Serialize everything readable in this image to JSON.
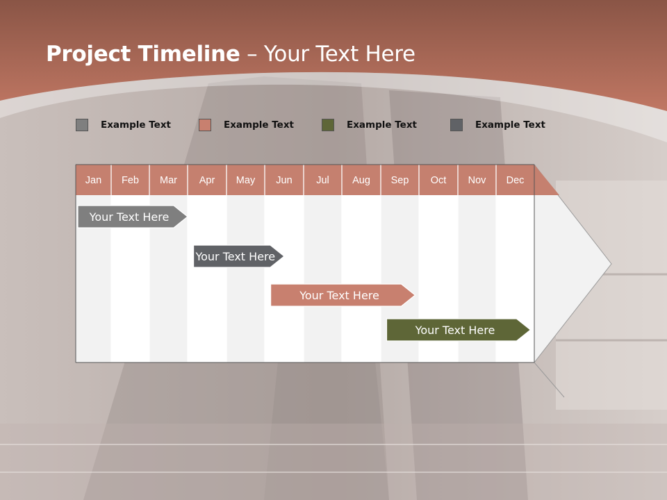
{
  "slide": {
    "title_bold": "Project Timeline",
    "title_rest": " – Your Text Here"
  },
  "legend": [
    {
      "label": "Example Text",
      "color": "#7f7f7f"
    },
    {
      "label": "Example Text",
      "color": "#c8806f"
    },
    {
      "label": "Example Text",
      "color": "#5e6637"
    },
    {
      "label": "Example Text",
      "color": "#606266"
    }
  ],
  "colors": {
    "header_band": "#b4705d",
    "month_header": "#c5806f",
    "grid_fill": "#f2f2f2"
  },
  "chart_data": {
    "type": "gantt",
    "months": [
      "Jan",
      "Feb",
      "Mar",
      "Apr",
      "May",
      "Jun",
      "Jul",
      "Aug",
      "Sep",
      "Oct",
      "Nov",
      "Dec"
    ],
    "tasks": [
      {
        "label": "Your  Text Here",
        "start": 1,
        "end": 4.0,
        "color": "#7f7f7f"
      },
      {
        "label": "Your  Text Here",
        "start": 4.1,
        "end": 6.5,
        "color": "#606266"
      },
      {
        "label": "Your  Text Here",
        "start": 6.1,
        "end": 9.9,
        "color": "#c8806f"
      },
      {
        "label": "Your  Text Here",
        "start": 9.1,
        "end": 12.9,
        "color": "#5e6637"
      }
    ]
  }
}
